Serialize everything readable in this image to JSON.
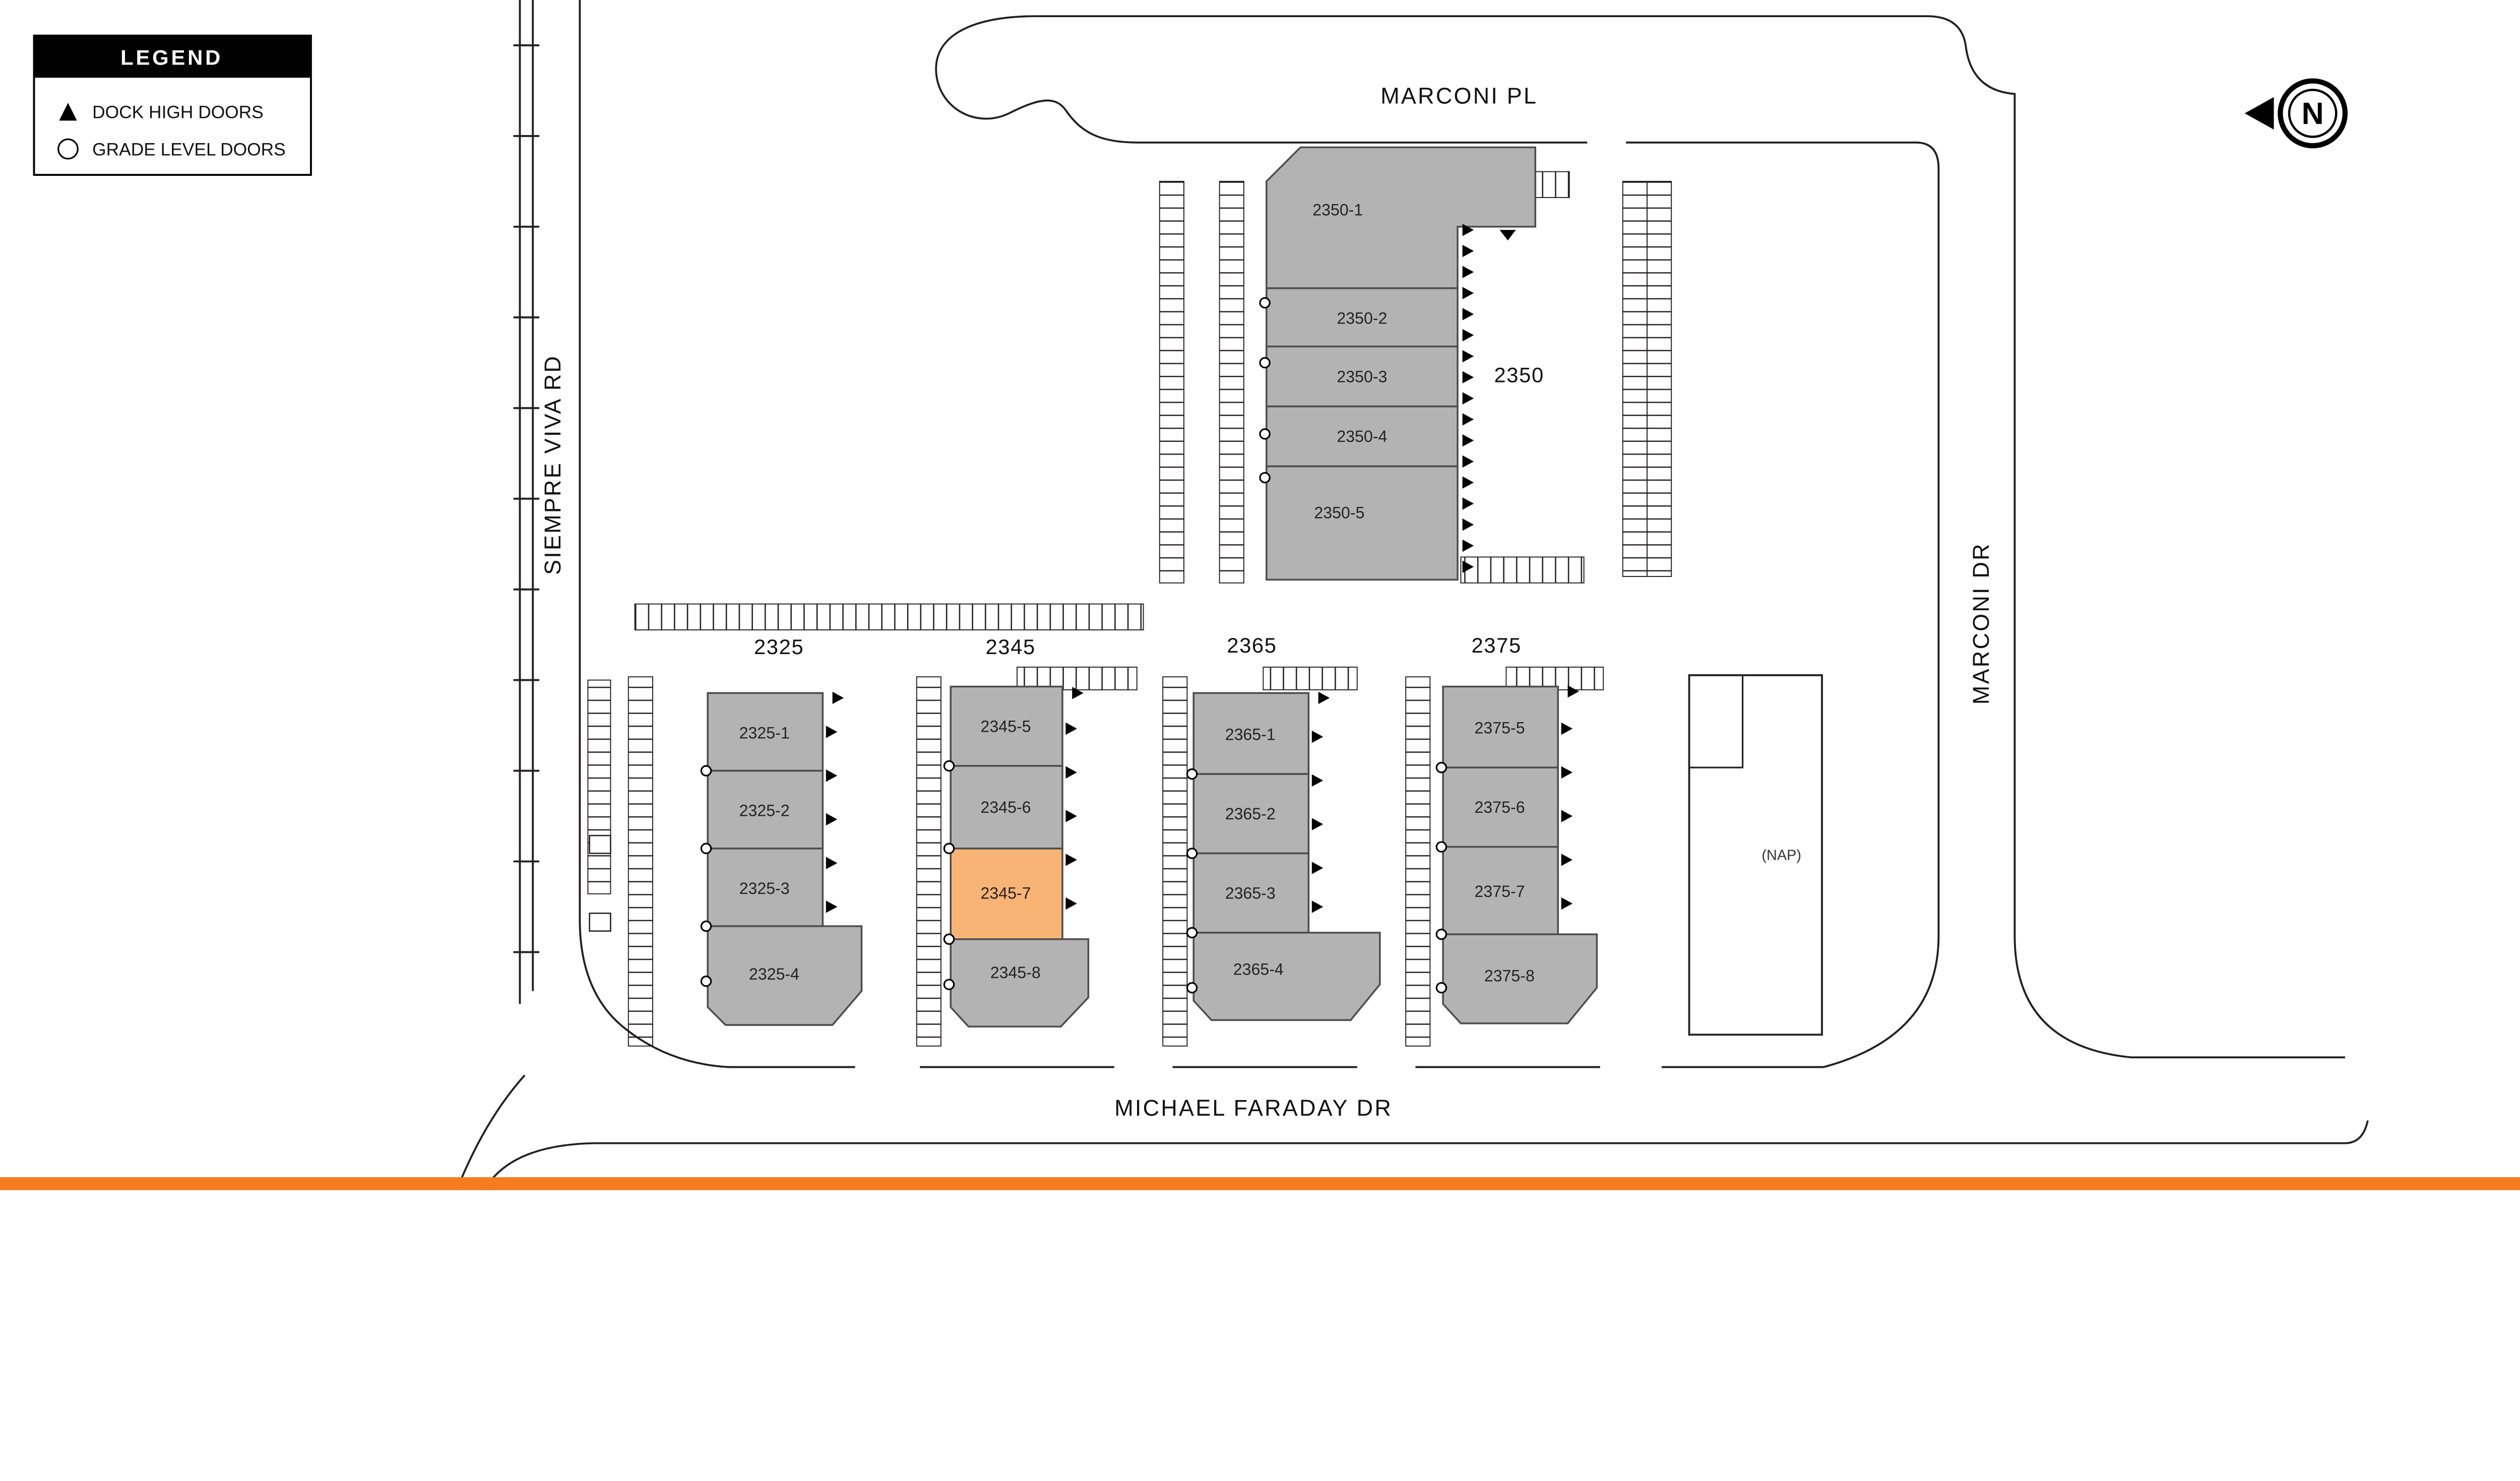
{
  "legend": {
    "title": "LEGEND",
    "items": [
      {
        "icon": "dock-high-triangle",
        "label": "DOCK HIGH DOORS"
      },
      {
        "icon": "grade-level-circle",
        "label": "GRADE LEVEL DOORS"
      }
    ]
  },
  "streets": {
    "top": "MARCONI PL",
    "left": "SIEMPRE VIVA RD",
    "right": "MARCONI DR",
    "bottom": "MICHAEL FARADAY DR"
  },
  "north_arrow": {
    "label": "N"
  },
  "site": {
    "buildings": [
      {
        "label": "2350",
        "units": [
          "2350-1",
          "2350-2",
          "2350-3",
          "2350-4",
          "2350-5"
        ]
      },
      {
        "label": "2325",
        "units": [
          "2325-1",
          "2325-2",
          "2325-3",
          "2325-4"
        ]
      },
      {
        "label": "2345",
        "units": [
          "2345-5",
          "2345-6",
          "2345-7",
          "2345-8"
        ],
        "highlighted_unit": "2345-7"
      },
      {
        "label": "2365",
        "units": [
          "2365-1",
          "2365-2",
          "2365-3",
          "2365-4"
        ]
      },
      {
        "label": "2375",
        "units": [
          "2375-5",
          "2375-6",
          "2375-7",
          "2375-8"
        ]
      }
    ],
    "nap_label": "(NAP)"
  },
  "colors": {
    "building_fill": "#B3B3B3",
    "unit_highlight": "#F8B475",
    "accent_bar": "#F47B20"
  }
}
